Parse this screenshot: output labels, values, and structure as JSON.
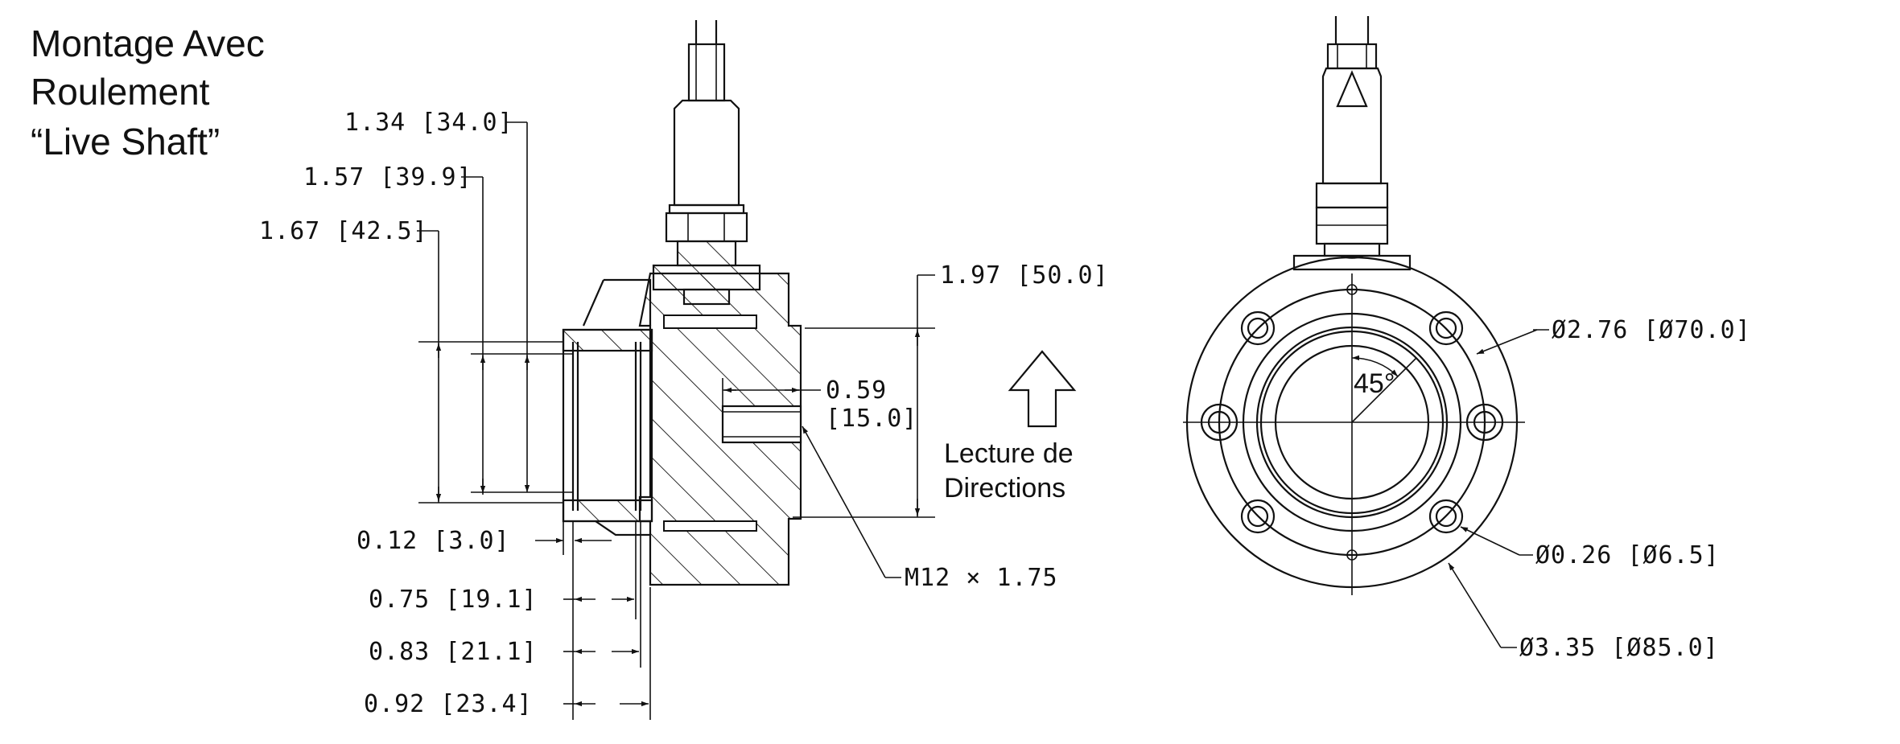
{
  "title": {
    "line1": "Montage Avec",
    "line2": "Roulement",
    "line3": "“Live Shaft”"
  },
  "reading_direction": {
    "line1": "Lecture de",
    "line2": "Directions"
  },
  "side_view": {
    "dims": {
      "d_134": "1.34 [34.0]",
      "d_157": "1.57 [39.9]",
      "d_167": "1.67 [42.5]",
      "d_197": "1.97 [50.0]",
      "d_059a": "0.59",
      "d_059b": "[15.0]",
      "d_012": "0.12 [3.0]",
      "d_075": "0.75 [19.1]",
      "d_083": "0.83 [21.1]",
      "d_092": "0.92 [23.4]",
      "thread": "M12 × 1.75"
    }
  },
  "front_view": {
    "angle": "45°",
    "dims": {
      "dia_276": "Ø2.76 [Ø70.0]",
      "dia_026": "Ø0.26 [Ø6.5]",
      "dia_335": "Ø3.35 [Ø85.0]"
    }
  }
}
